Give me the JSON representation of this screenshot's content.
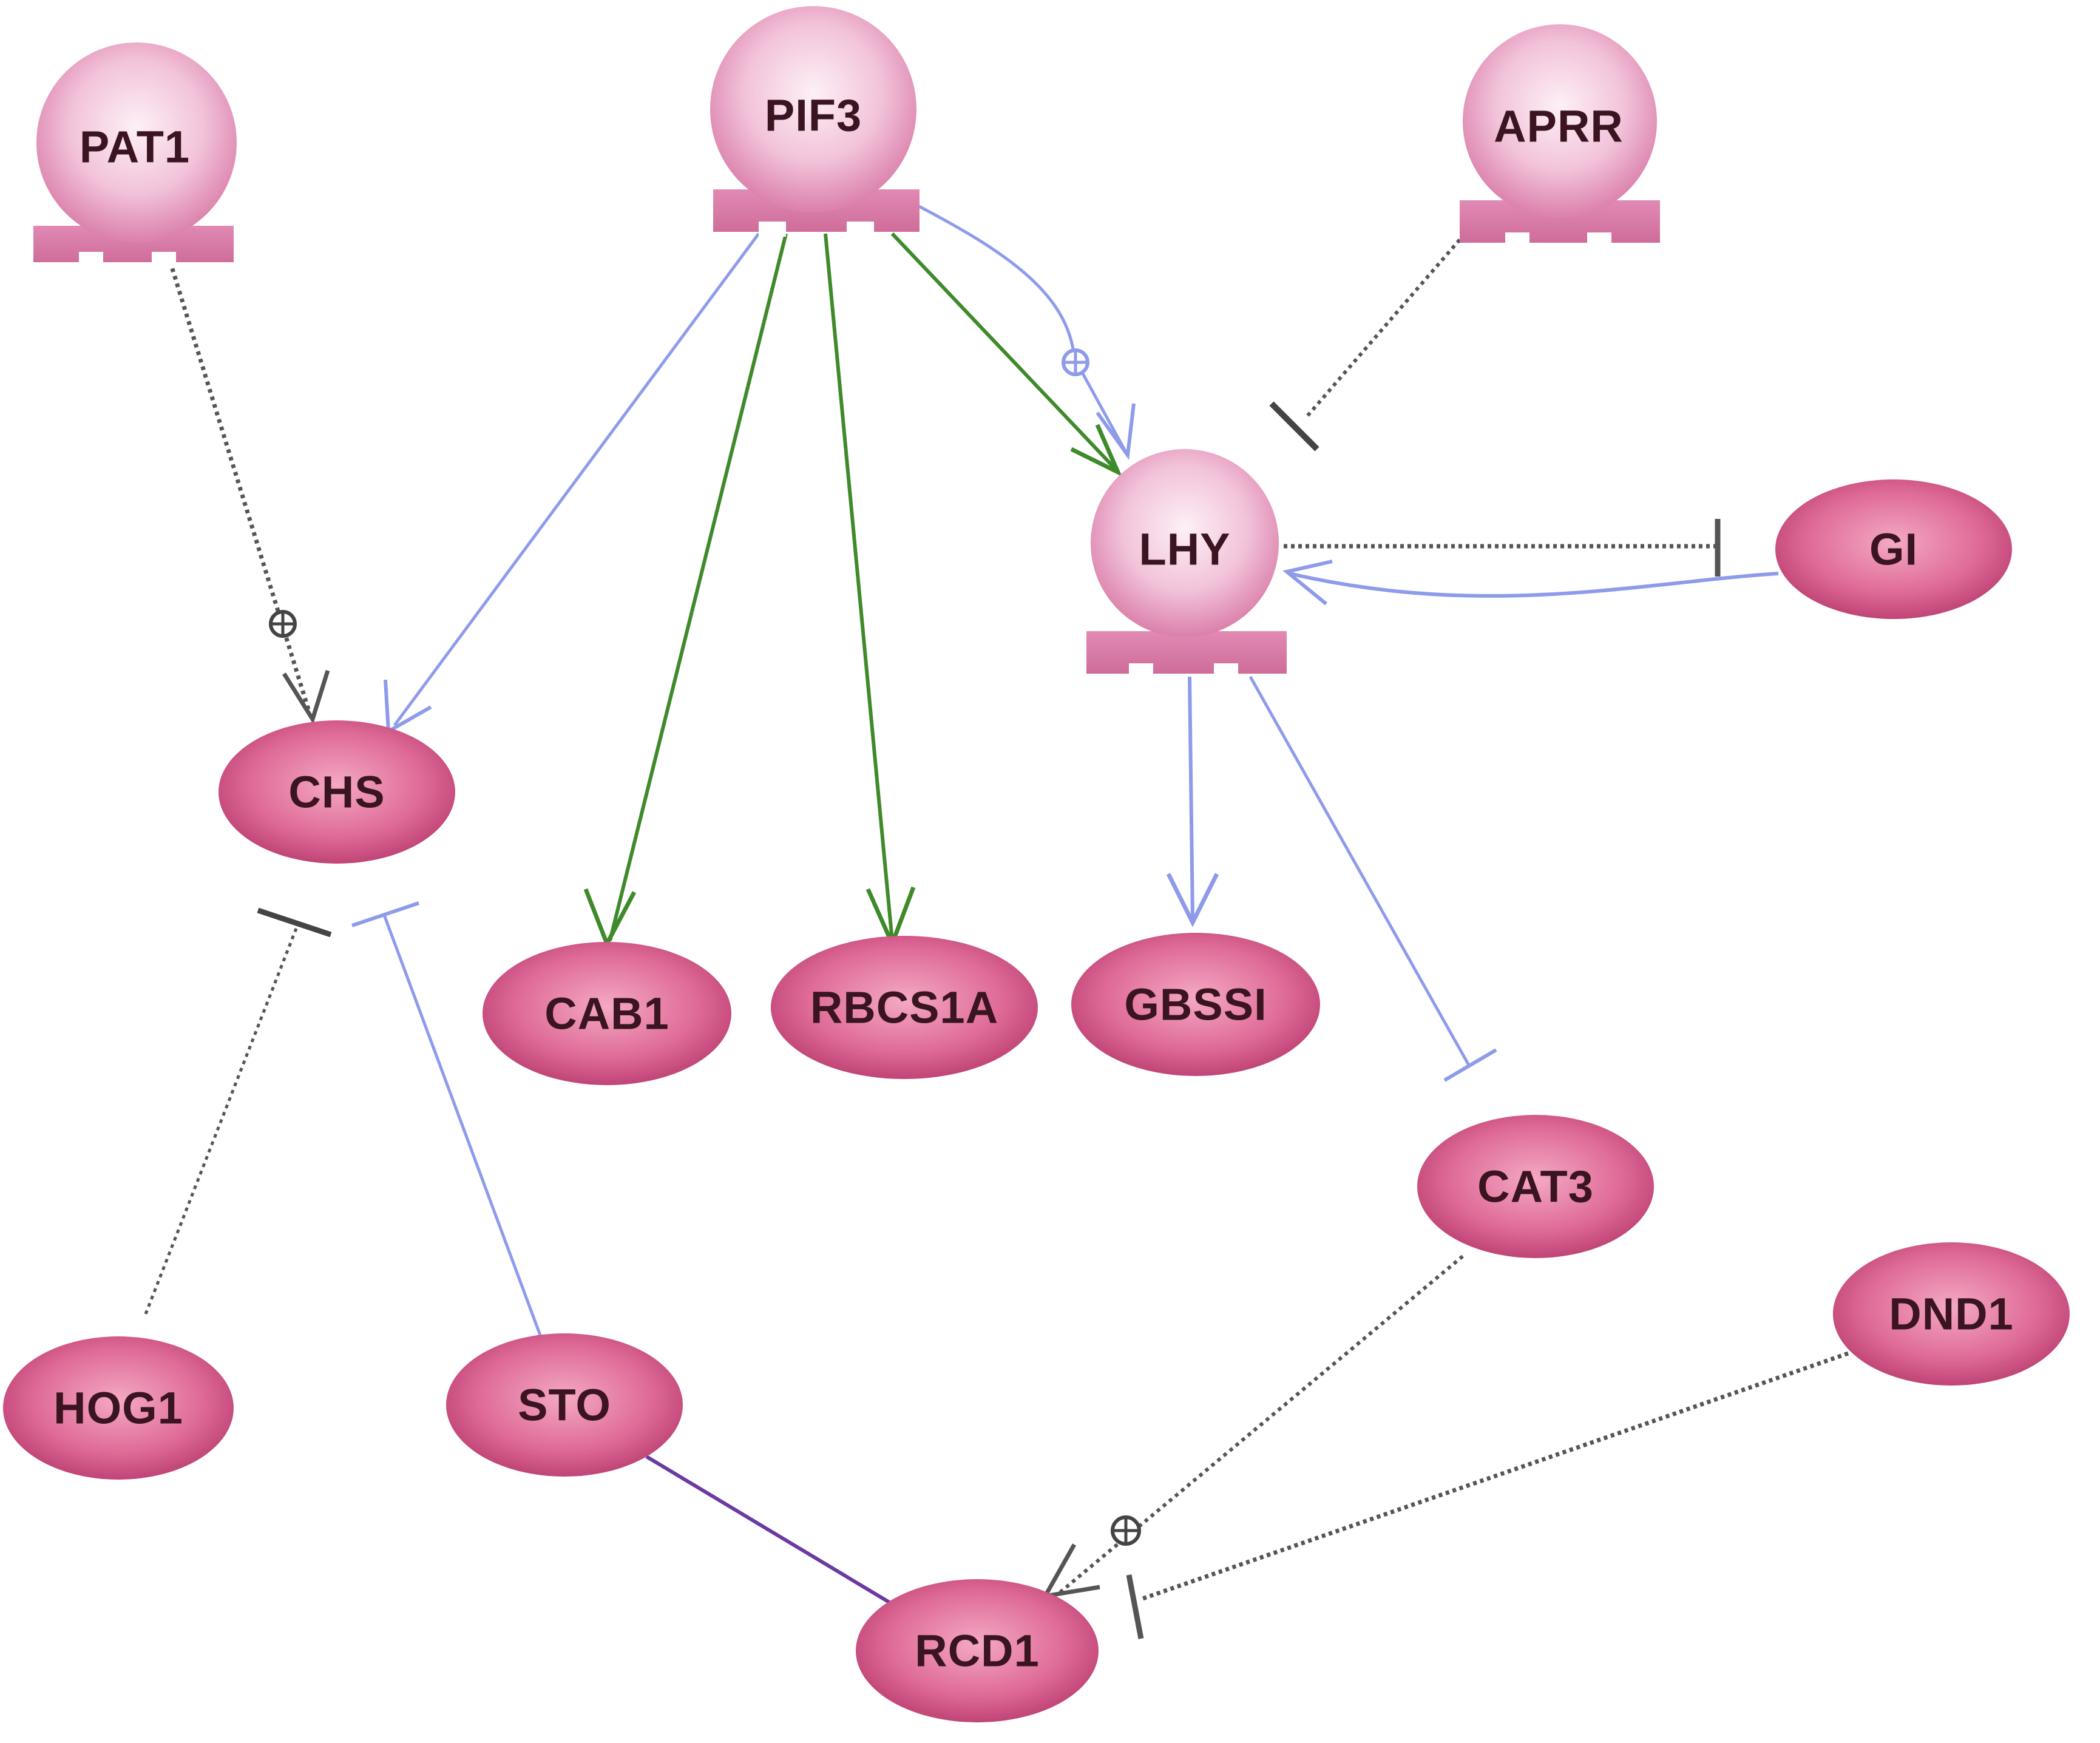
{
  "diagram": {
    "nodes": [
      {
        "id": "PAT1",
        "label": "PAT1",
        "shape": "tf"
      },
      {
        "id": "PIF3",
        "label": "PIF3",
        "shape": "tf"
      },
      {
        "id": "APRR",
        "label": "APRR",
        "shape": "tf"
      },
      {
        "id": "LHY",
        "label": "LHY",
        "shape": "tf"
      },
      {
        "id": "GI",
        "label": "GI",
        "shape": "ellipse"
      },
      {
        "id": "CHS",
        "label": "CHS",
        "shape": "ellipse"
      },
      {
        "id": "CAB1",
        "label": "CAB1",
        "shape": "ellipse"
      },
      {
        "id": "RBCS1A",
        "label": "RBCS1A",
        "shape": "ellipse"
      },
      {
        "id": "GBSSI",
        "label": "GBSSI",
        "shape": "ellipse"
      },
      {
        "id": "CAT3",
        "label": "CAT3",
        "shape": "ellipse"
      },
      {
        "id": "DND1",
        "label": "DND1",
        "shape": "ellipse"
      },
      {
        "id": "HOG1",
        "label": "HOG1",
        "shape": "ellipse"
      },
      {
        "id": "STO",
        "label": "STO",
        "shape": "ellipse"
      },
      {
        "id": "RCD1",
        "label": "RCD1",
        "shape": "ellipse"
      }
    ],
    "edges": [
      {
        "from": "PAT1",
        "to": "CHS",
        "type": "activation",
        "style": "dotted",
        "color": "#555555",
        "plus": true
      },
      {
        "from": "PIF3",
        "to": "CHS",
        "type": "activation",
        "style": "solid",
        "color": "#8e9bea"
      },
      {
        "from": "PIF3",
        "to": "CAB1",
        "type": "activation",
        "style": "solid",
        "color": "#3f8a2a"
      },
      {
        "from": "PIF3",
        "to": "RBCS1A",
        "type": "activation",
        "style": "solid",
        "color": "#3f8a2a"
      },
      {
        "from": "PIF3",
        "to": "LHY",
        "type": "activation",
        "style": "solid",
        "color": "#3f8a2a"
      },
      {
        "from": "PIF3",
        "to": "LHY",
        "type": "activation",
        "style": "solid",
        "color": "#8e9bea",
        "plus": true,
        "curved": true
      },
      {
        "from": "APRR",
        "to": "LHY",
        "type": "inhibition",
        "style": "dotted",
        "color": "#555555"
      },
      {
        "from": "GI",
        "to": "LHY",
        "type": "inhibition",
        "style": "dotted",
        "color": "#555555",
        "reverse": true
      },
      {
        "from": "GI",
        "to": "LHY",
        "type": "activation",
        "style": "solid",
        "color": "#8e9bea",
        "curved": true
      },
      {
        "from": "LHY",
        "to": "GBSSI",
        "type": "activation",
        "style": "solid",
        "color": "#8e9bea"
      },
      {
        "from": "LHY",
        "to": "CAT3",
        "type": "inhibition",
        "style": "solid",
        "color": "#8e9bea"
      },
      {
        "from": "HOG1",
        "to": "CHS",
        "type": "inhibition",
        "style": "dotted",
        "color": "#555555"
      },
      {
        "from": "STO",
        "to": "CHS",
        "type": "inhibition",
        "style": "solid",
        "color": "#8e9bea"
      },
      {
        "from": "STO",
        "to": "RCD1",
        "type": "binding",
        "style": "solid",
        "color": "#6a3aa0"
      },
      {
        "from": "CAT3",
        "to": "RCD1",
        "type": "activation",
        "style": "dotted",
        "color": "#555555",
        "plus": true
      },
      {
        "from": "DND1",
        "to": "RCD1",
        "type": "inhibition",
        "style": "dotted",
        "color": "#555555"
      }
    ]
  }
}
